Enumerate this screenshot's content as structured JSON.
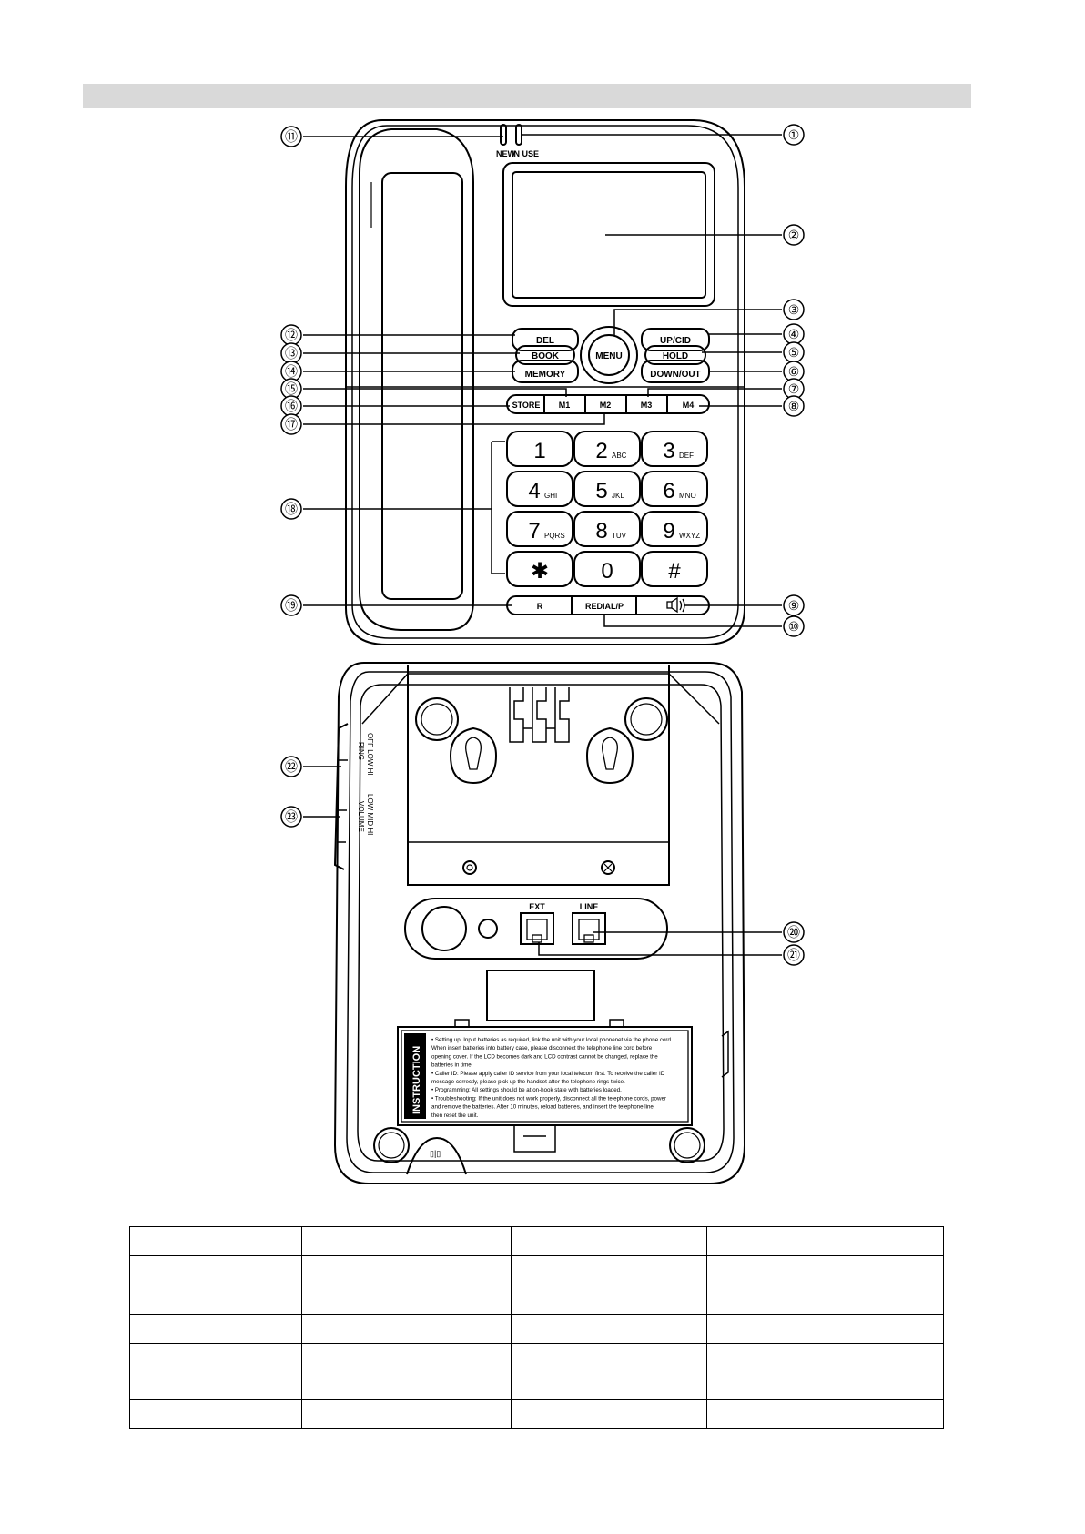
{
  "indicators": {
    "new": "NEW",
    "in_use": "IN USE"
  },
  "buttons": {
    "del": "DEL",
    "book": "BOOK",
    "memory": "MEMORY",
    "menu": "MENU",
    "up_cid": "UP/CID",
    "hold": "HOLD",
    "down_out": "DOWN/OUT",
    "store": "STORE",
    "m1": "M1",
    "m2": "M2",
    "m3": "M3",
    "m4": "M4",
    "r": "R",
    "redial_p": "REDIAL/P"
  },
  "keypad": [
    {
      "digit": "1",
      "letters": ""
    },
    {
      "digit": "2",
      "letters": "ABC"
    },
    {
      "digit": "3",
      "letters": "DEF"
    },
    {
      "digit": "4",
      "letters": "GHI"
    },
    {
      "digit": "5",
      "letters": "JKL"
    },
    {
      "digit": "6",
      "letters": "MNO"
    },
    {
      "digit": "7",
      "letters": "PQRS"
    },
    {
      "digit": "8",
      "letters": "TUV"
    },
    {
      "digit": "9",
      "letters": "WXYZ"
    },
    {
      "digit": "✱",
      "letters": ""
    },
    {
      "digit": "0",
      "letters": ""
    },
    {
      "digit": "#",
      "letters": ""
    }
  ],
  "callouts": [
    "①",
    "②",
    "③",
    "④",
    "⑤",
    "⑥",
    "⑦",
    "⑧",
    "⑨",
    "⑩",
    "⑪",
    "⑫",
    "⑬",
    "⑭",
    "⑮",
    "⑯",
    "⑰",
    "⑱",
    "⑲",
    "⑳",
    "㉑",
    "㉒",
    "㉓"
  ],
  "base": {
    "ext": "EXT",
    "line": "LINE",
    "ring_label": "RING",
    "ring_options": "OFF LOW HI",
    "volume_label": "VOLUME",
    "volume_options": "LOW MID HI",
    "instruction_title": "INSTRUCTION",
    "instruction_lines": [
      "• Setting up: Input batteries as required, link the unit with your local phonenet via the phone cord.",
      "When insert batteries into battery case, please disconnect the telephone line cord before",
      "opening cover. If the LCD becomes dark and LCD contrast cannot be changed, replace the",
      "batteries in time.",
      "• Caller ID: Please apply caller ID service from your local telecom first. To receive the caller ID",
      "message correctly, please pick up the handset after the telephone rings twice.",
      "• Programming: All settings should be at on-hook state with batteries loaded.",
      "• Troubleshooting: If the unit does not work properly, disconnect all the telephone cords, power",
      "and remove the batteries. After 10 minutes, reload batteries, and insert the telephone line",
      "then reset the unit."
    ]
  },
  "table": {
    "rows": 6,
    "cols": 4
  }
}
